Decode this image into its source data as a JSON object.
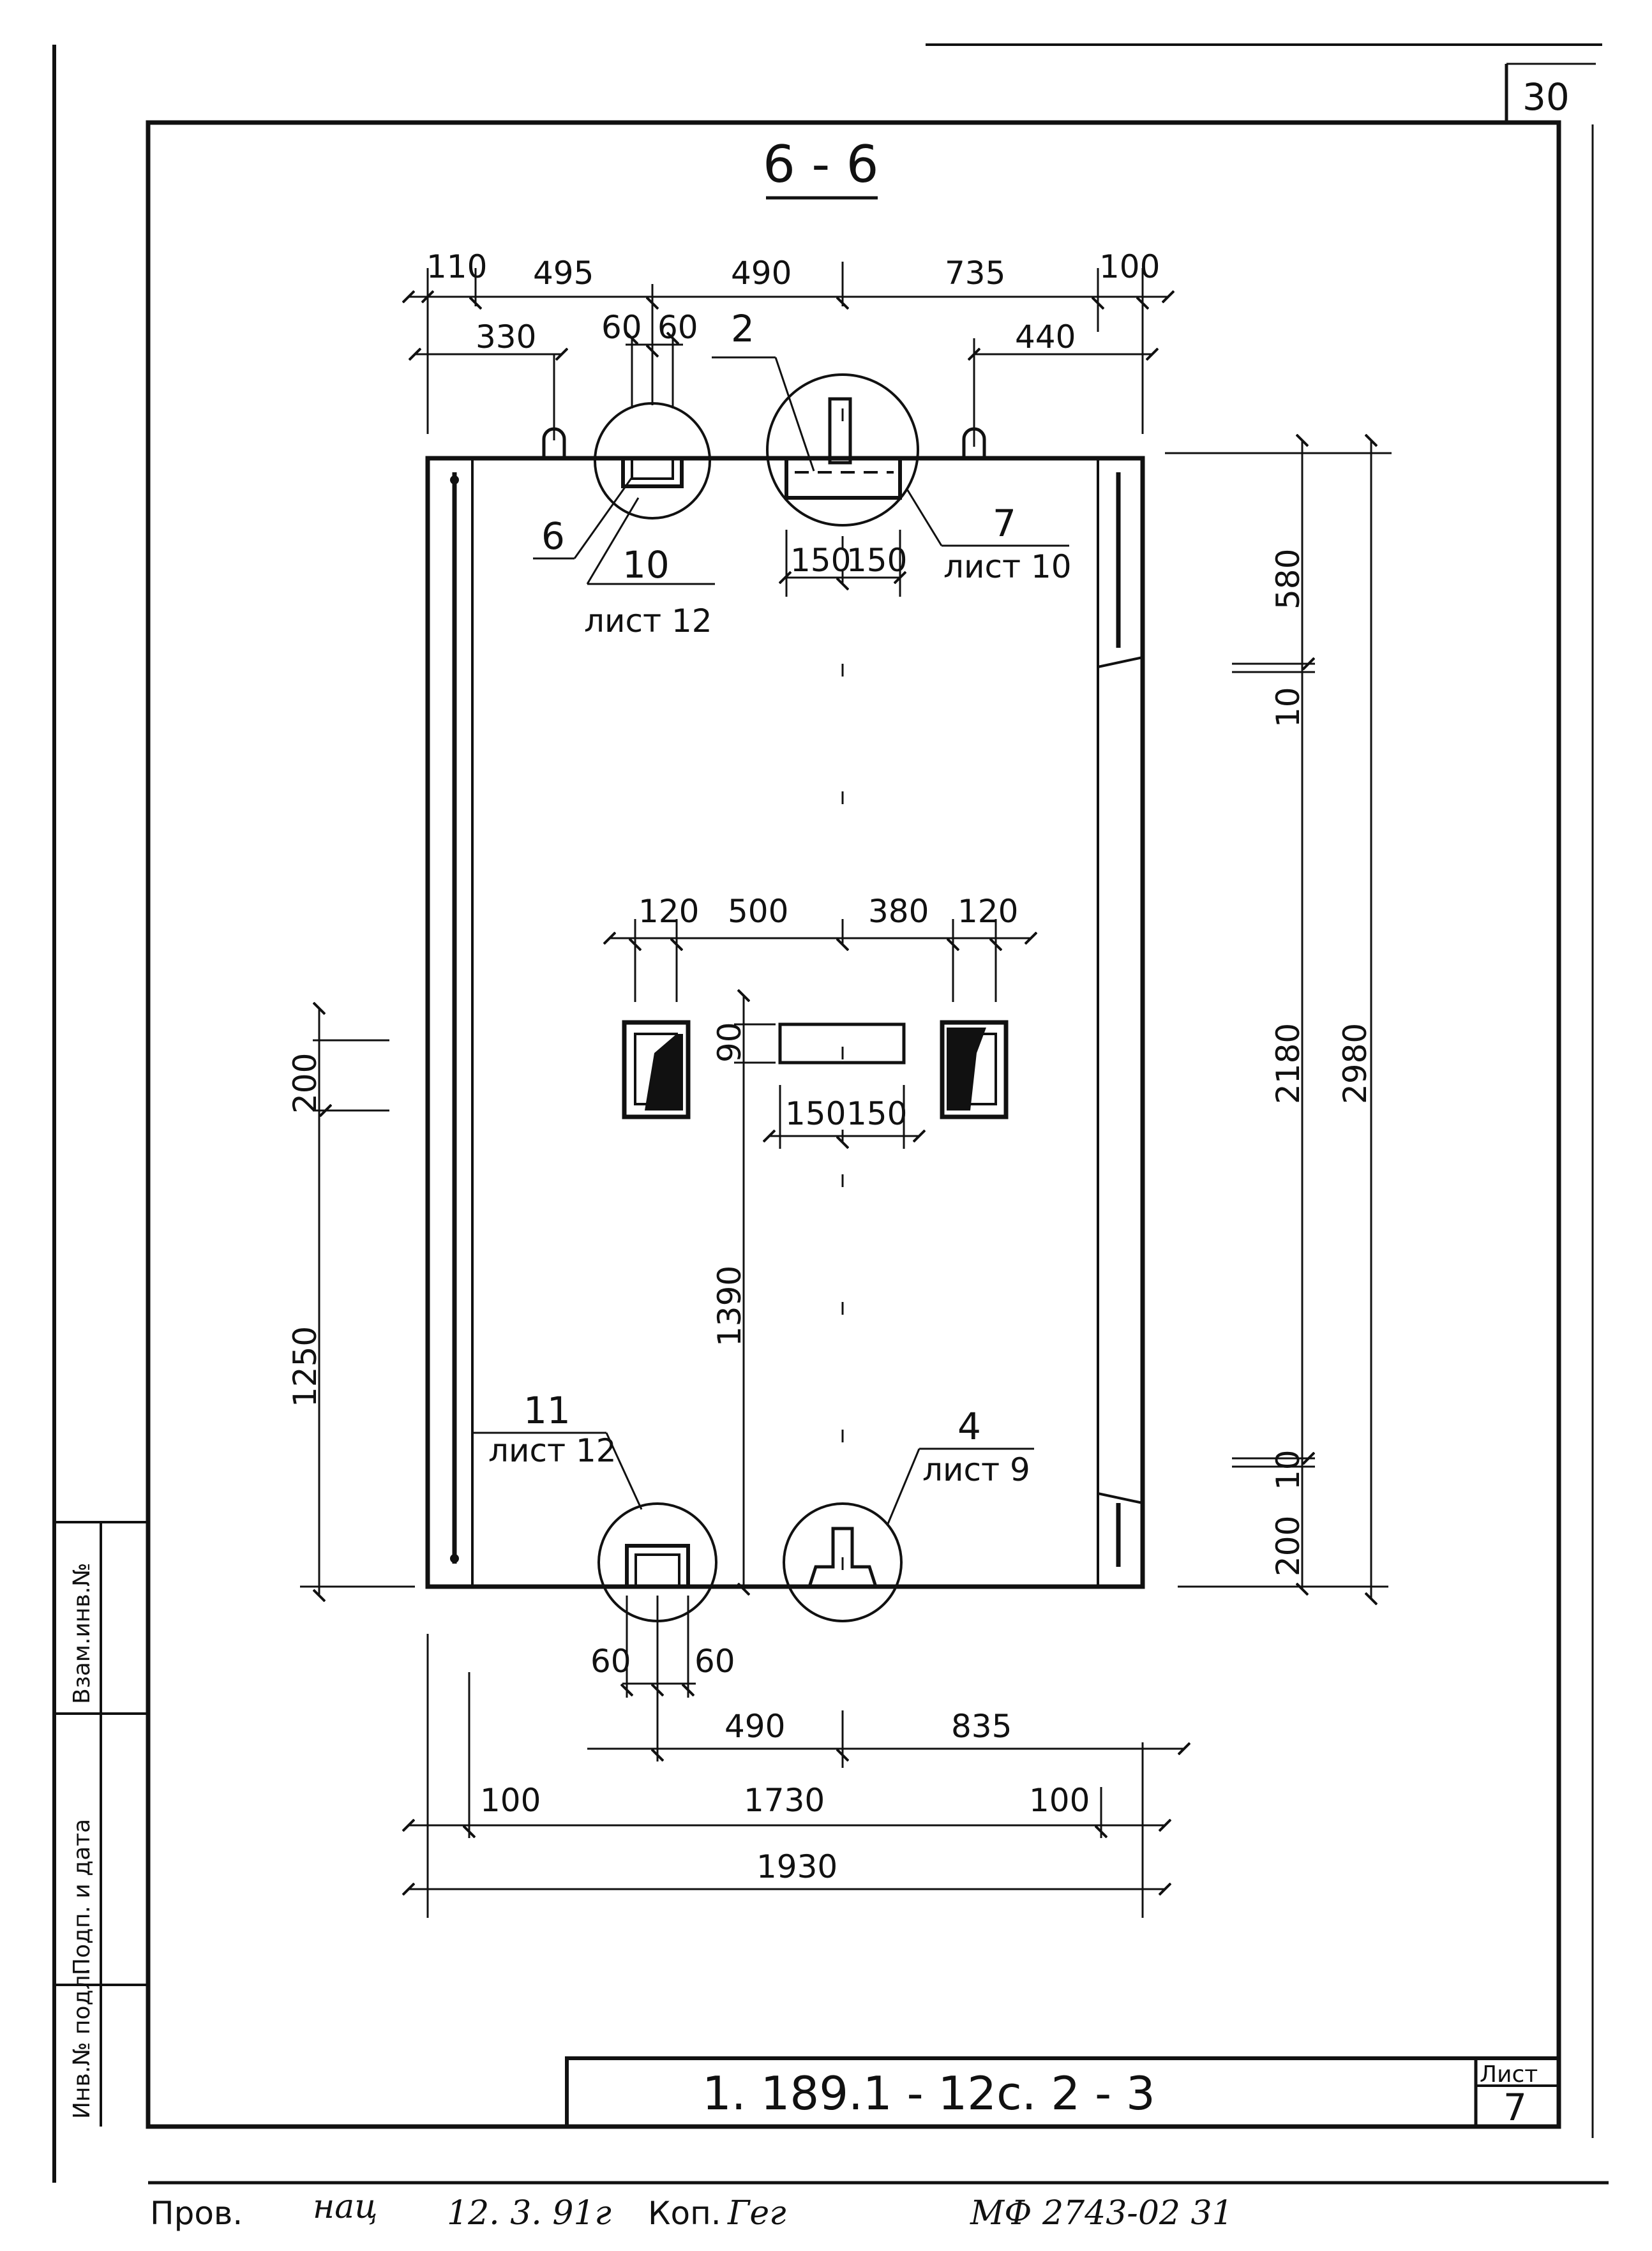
{
  "sheet_number_corner": "30",
  "section_title": "6 - 6",
  "dims_top": {
    "d110": "110",
    "d495": "495",
    "d490": "490",
    "d735": "735",
    "d100": "100",
    "d330": "330",
    "d60a": "60",
    "d60b": "60",
    "d440": "440"
  },
  "dims_right": {
    "d580": "580",
    "d10a": "10",
    "d2180": "2180",
    "d2980": "2980",
    "d10b": "10",
    "d200": "200"
  },
  "dims_left": {
    "d200": "200",
    "d1250": "1250",
    "d1390": "1390",
    "d90": "90"
  },
  "dims_mid": {
    "d120a": "120",
    "d500": "500",
    "d380": "380",
    "d120b": "120",
    "d150a": "150",
    "d150b": "150"
  },
  "dims_top_detail": {
    "d150a": "150",
    "d150b": "150"
  },
  "dims_bottom": {
    "d60a": "60",
    "d60b": "60",
    "d490": "490",
    "d835": "835",
    "d100a": "100",
    "d1730": "1730",
    "d100b": "100",
    "d1930": "1930"
  },
  "callouts": {
    "c2": "2",
    "c6": "6",
    "c10": "10",
    "c10_sheet": "лист 12",
    "c7": "7",
    "c7_sheet": "лист 10",
    "c11": "11",
    "c11_sheet": "лист 12",
    "c4": "4",
    "c4_sheet": "лист 9"
  },
  "side_stamp": [
    "Инв.№ подл.",
    "Подп. и дата",
    "Взам.инв.№"
  ],
  "title_block": {
    "designation": "1. 189.1 - 12с. 2 - 3",
    "sheet_label": "Лист",
    "sheet_value": "7"
  },
  "footer": {
    "checked_label": "Пров.",
    "signature": "нац",
    "date": "12. 3. 91г",
    "copy_label": "Коп.",
    "copy_signature": "Гег",
    "archive_code": "МФ 2743-02   31"
  }
}
